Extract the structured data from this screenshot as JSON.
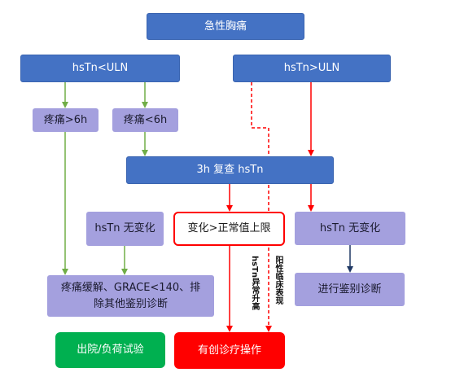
{
  "nodes": {
    "chest_pain": "急性胸痛",
    "hstn_low": "hsTn<ULN",
    "hstn_high": "hsTn>ULN",
    "pain_gt6": "疼痛>6h",
    "pain_lt6": "疼痛<6h",
    "recheck": "3h 复查 hsTn",
    "nochange_left": "hsTn 无变化",
    "change_upper": "变化>正常值上限",
    "nochange_right": "hsTn 无变化",
    "relief": "疼痛缓解、GRACE<140、排除其他鉴别诊断",
    "differential": "进行鉴别诊断",
    "discharge": "出院/负荷试验",
    "invasive": "有创诊疗操作"
  },
  "labels": {
    "abnormal_rise": "hsTn异常升高",
    "positive_sign": "阳性临床表现"
  },
  "colors": {
    "blue": "#4472c4",
    "lavender": "#a4a0de",
    "green": "#00b050",
    "red": "#ff0000",
    "green_arrow": "#70ad47",
    "navy_arrow": "#1f3864"
  }
}
